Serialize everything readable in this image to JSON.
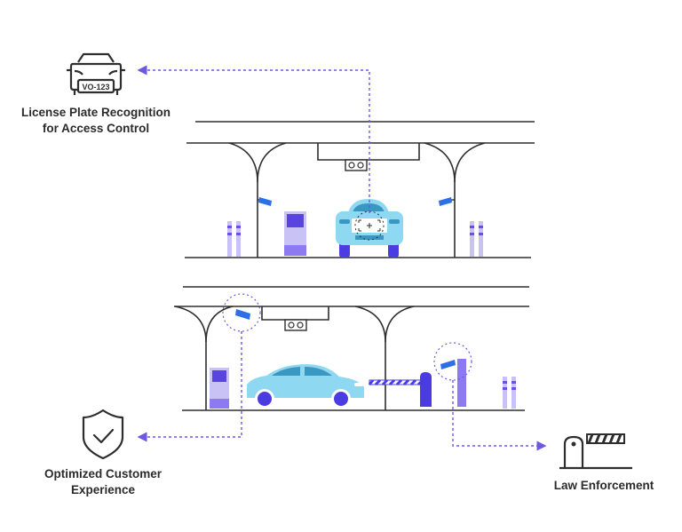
{
  "labels": {
    "lpr_line1": "License Plate Recognition",
    "lpr_line2": "for Access Control",
    "ocx_line1": "Optimized Customer",
    "ocx_line2": "Experience",
    "law": "Law Enforcement"
  },
  "plate_text": "VO-123",
  "icons": {
    "lpr": "car-plate-icon",
    "ocx": "shield-check-icon",
    "law": "barrier-gate-icon"
  },
  "colors": {
    "line": "#2e2e2e",
    "car": "#8ed8f2",
    "car_dark": "#3a97c2",
    "wheel": "#4a3ce0",
    "purple": "#6b4ee6",
    "lavender": "#c9c3f5",
    "dashed": "#6b5ae0",
    "camera": "#2d6fe6"
  }
}
